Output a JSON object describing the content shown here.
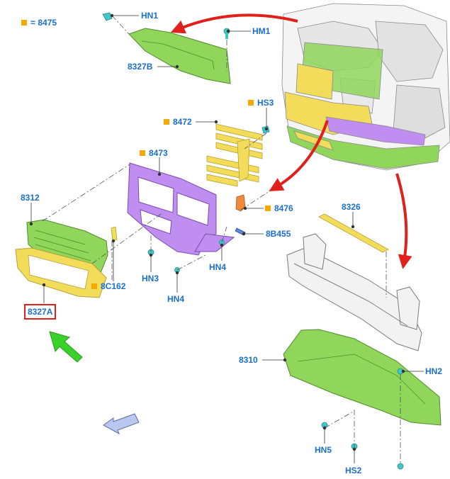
{
  "legend": {
    "symbol_text": "=",
    "code": "8475"
  },
  "labels": {
    "hn1": "HN1",
    "hm1": "HM1",
    "p8327b": "8327B",
    "p8472": "8472",
    "hs3": "HS3",
    "p8473": "8473",
    "p8312": "8312",
    "p8476": "8476",
    "p8326": "8326",
    "p8b455": "8B455",
    "p8c162": "8C162",
    "hn3": "HN3",
    "hn4a": "HN4",
    "hn4b": "HN4",
    "p8327a": "8327A",
    "p8310": "8310",
    "hn2": "HN2",
    "hn5": "HN5",
    "hs2": "HS2"
  },
  "colors": {
    "callout_text": "#1a6fd1",
    "highlight_box": "#e0201a",
    "square_marker": "#f5a800",
    "arrow_red": "#e0201a",
    "arrow_green": "#3ad12a",
    "part_green": "#8fd65a",
    "part_yellow": "#f2dc5a",
    "part_purple": "#c08ef0",
    "part_orange": "#f08a3a"
  }
}
